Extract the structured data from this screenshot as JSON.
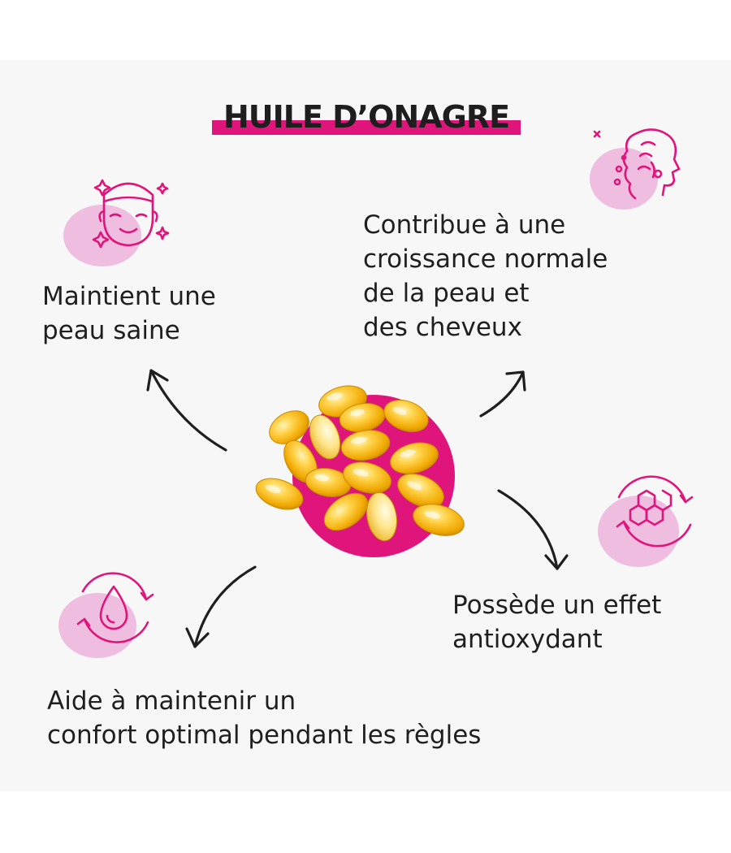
{
  "title": "HUILE D’ONAGRE",
  "colors": {
    "accent": "#e0157c",
    "blob": "#eebde0",
    "text": "#1f1f1f",
    "capsule": "#f4b000"
  },
  "benefits": [
    {
      "icon": "face-sparkle-icon",
      "lines": [
        "Maintient une",
        "peau saine"
      ]
    },
    {
      "icon": "hair-profile-icon",
      "lines": [
        "Contribue à une",
        "croissance normale",
        "de la peau et",
        "des cheveux"
      ]
    },
    {
      "icon": "hexagon-cycle-icon",
      "lines": [
        "Possède un effet",
        "antioxydant"
      ]
    },
    {
      "icon": "droplet-cycle-icon",
      "lines": [
        "Aide à maintenir un",
        "confort optimal pendant les règles"
      ]
    }
  ],
  "center_image": "softgel-capsules-on-magenta-circle"
}
